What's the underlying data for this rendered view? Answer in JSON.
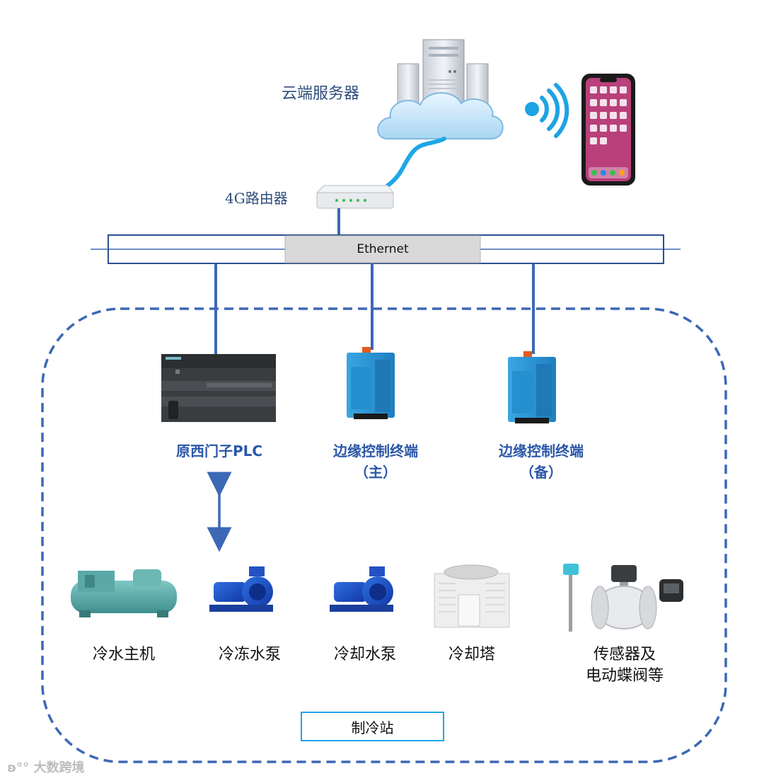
{
  "cloud": {
    "label": "云端服务器"
  },
  "router": {
    "label": "4G路由器"
  },
  "network": {
    "label": "Ethernet"
  },
  "devices": [
    {
      "label_line1": "原西门子PLC",
      "label_line2": ""
    },
    {
      "label_line1": "边缘控制终端",
      "label_line2": "（主）"
    },
    {
      "label_line1": "边缘控制终端",
      "label_line2": "（备）"
    }
  ],
  "equipment": [
    {
      "label_line1": "冷水主机",
      "label_line2": ""
    },
    {
      "label_line1": "冷冻水泵",
      "label_line2": ""
    },
    {
      "label_line1": "冷却水泵",
      "label_line2": ""
    },
    {
      "label_line1": "冷却塔",
      "label_line2": ""
    },
    {
      "label_line1": "传感器及",
      "label_line2": "电动蝶阀等"
    }
  ],
  "station": {
    "label": "制冷站"
  },
  "watermark": {
    "text": "大数跨境"
  },
  "colors": {
    "line": "#3c68b5",
    "accent": "#1da7e6",
    "device_blue": "#2d9ad6"
  }
}
